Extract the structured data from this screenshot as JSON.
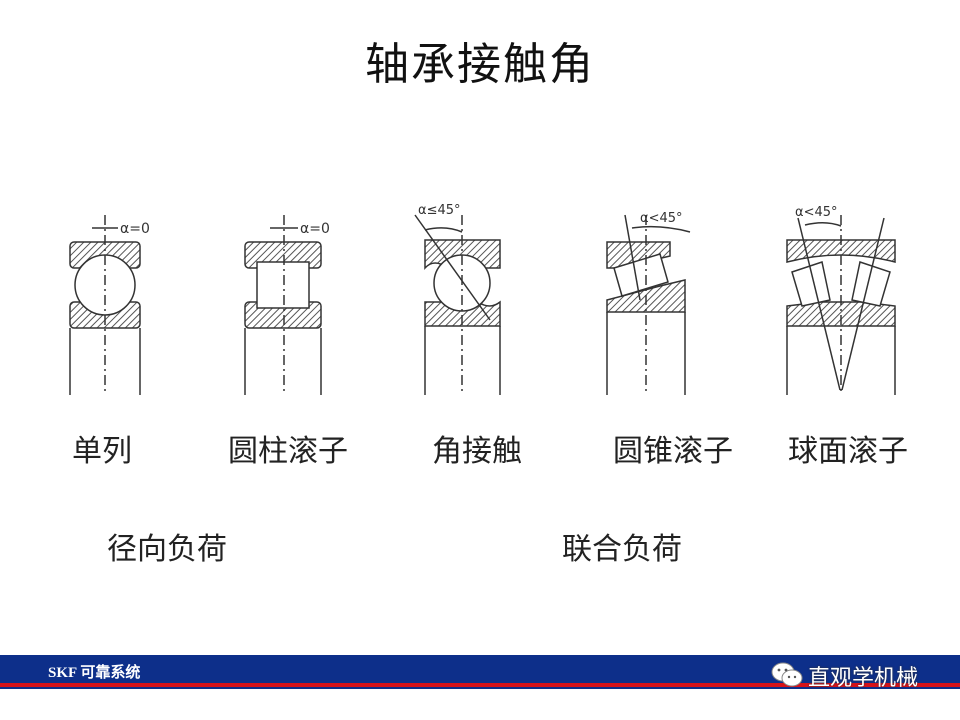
{
  "slide": {
    "title": "轴承接触角",
    "bearings": [
      {
        "name": "单列",
        "angle_label": "α=0"
      },
      {
        "name": "圆柱滚子",
        "angle_label": "α=0"
      },
      {
        "name": "角接触",
        "angle_label": "α≤45°"
      },
      {
        "name": "圆锥滚子",
        "angle_label": "α<45°"
      },
      {
        "name": "球面滚子",
        "angle_label": "α<45°"
      }
    ],
    "groups": [
      {
        "label": "径向负荷"
      },
      {
        "label": "联合负荷"
      }
    ]
  },
  "footer": {
    "left_text": "SKF 可靠系统",
    "watermark": "直观学机械",
    "bar_color": "#0d2f8a",
    "accent_color": "#d6121a"
  }
}
